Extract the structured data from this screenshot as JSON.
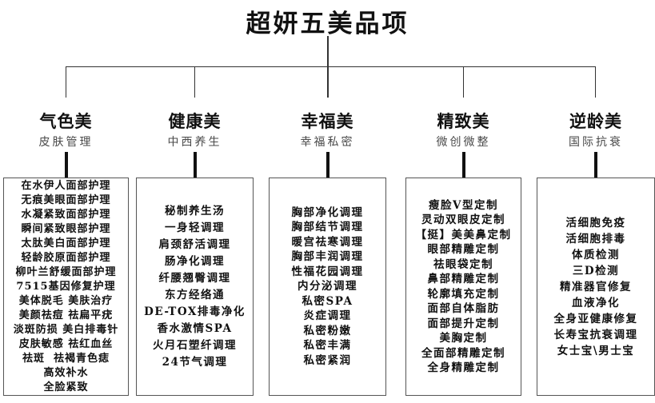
{
  "title": "超妍五美品项",
  "branches": [
    {
      "name": "气色美",
      "subtitle": "皮肤管理",
      "items": [
        "在水伊人面部护理",
        "无痕美眼面部护理",
        "水凝紧致面部护理",
        "瞬间紧致眼部护理",
        "太肽美白面部护理",
        "轻龄胶原面部护理",
        "柳叶兰舒缓面部护理",
        "7515基因修复护理",
        "美体脱毛 美肤治疗",
        "美颜祛痘 祛扁平疣",
        "淡斑防损 美白排毒针",
        "皮肤敏感 祛红血丝",
        "祛斑  祛褐青色痣",
        "高效补水",
        "全脸紧致"
      ]
    },
    {
      "name": "健康美",
      "subtitle": "中西养生",
      "items": [
        "秘制养生汤",
        "一身轻调理",
        "肩颈舒活调理",
        "肠净化调理",
        "纤腰翘臀调理",
        "东方经络通",
        "DE-TOX排毒净化",
        "香水激情SPA",
        "火月石塑纤调理",
        "24节气调理"
      ]
    },
    {
      "name": "幸福美",
      "subtitle": "幸福私密",
      "items": [
        "胸部净化调理",
        "胸部结节调理",
        "暖宫祛寒调理",
        "胸部丰润调理",
        "性福花园调理",
        "内分泌调理",
        "私密SPA",
        "炎症调理",
        "私密粉嫩",
        "私密丰满",
        "私密紧润"
      ]
    },
    {
      "name": "精致美",
      "subtitle": "微创微整",
      "items": [
        "瘦脸V型定制",
        "灵动双眼皮定制",
        "【挺】美美鼻定制",
        "眼部精雕定制",
        "祛眼袋定制",
        "鼻部精雕定制",
        "轮廓填充定制",
        "面部自体脂肪",
        "面部提升定制",
        "美胸定制",
        "全面部精雕定制",
        "全身精雕定制"
      ]
    },
    {
      "name": "逆龄美",
      "subtitle": "国际抗衰",
      "items": [
        "活细胞免疫",
        "活细胞排毒",
        "体质检测",
        "三D检测",
        "精准器官修复",
        "血液净化",
        "全身亚健康修复",
        "长寿宝抗衰调理",
        "女士宝\\男士宝"
      ]
    }
  ],
  "colors": {
    "background": "#ffffff",
    "text": "#111111",
    "subtitle": "#4a4a4a",
    "line": "#333333",
    "box_border": "#555555"
  }
}
